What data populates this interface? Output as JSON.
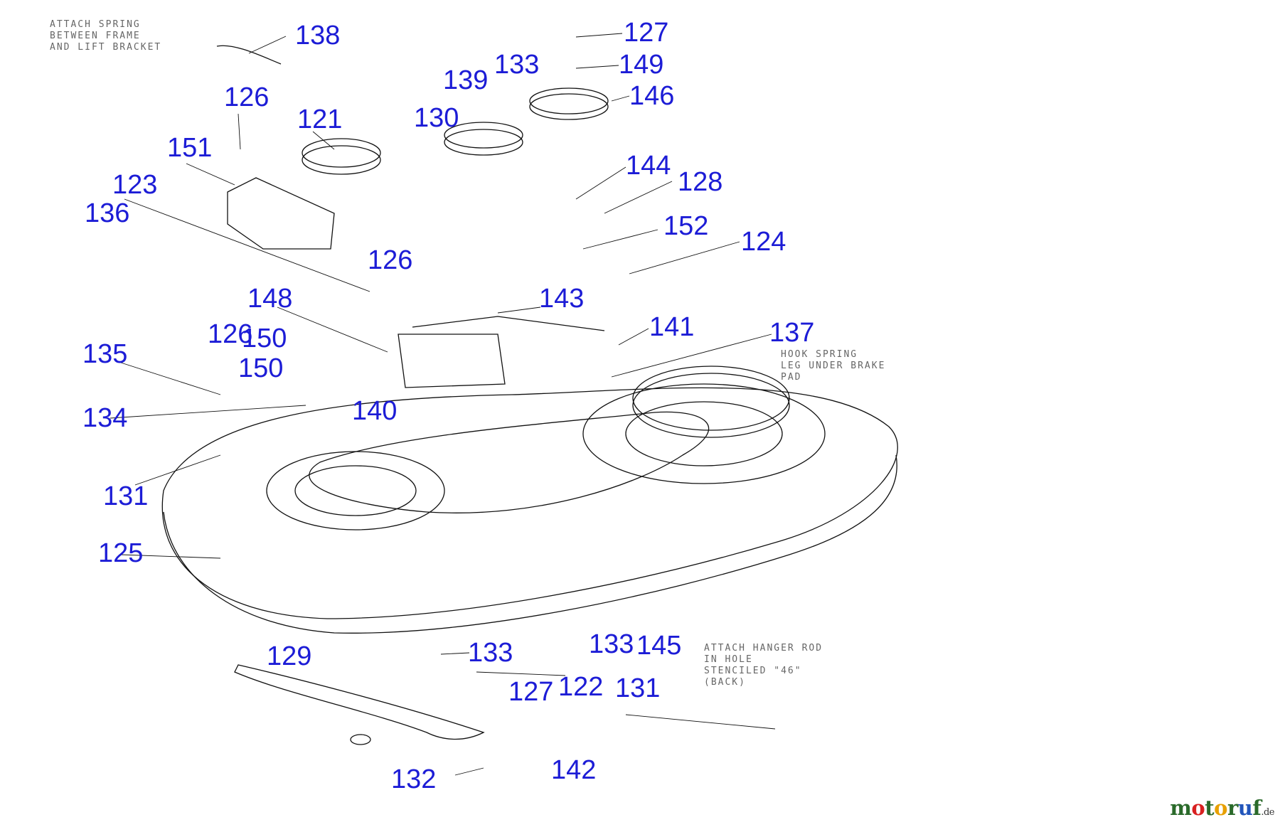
{
  "diagram": {
    "part_labels": [
      {
        "id": "138"
      },
      {
        "id": "127"
      },
      {
        "id": "149"
      },
      {
        "id": "133"
      },
      {
        "id": "139"
      },
      {
        "id": "146"
      },
      {
        "id": "126"
      },
      {
        "id": "121"
      },
      {
        "id": "130"
      },
      {
        "id": "151"
      },
      {
        "id": "144"
      },
      {
        "id": "128"
      },
      {
        "id": "123"
      },
      {
        "id": "136"
      },
      {
        "id": "152"
      },
      {
        "id": "124"
      },
      {
        "id": "126"
      },
      {
        "id": "148"
      },
      {
        "id": "143"
      },
      {
        "id": "141"
      },
      {
        "id": "137"
      },
      {
        "id": "126"
      },
      {
        "id": "150"
      },
      {
        "id": "135"
      },
      {
        "id": "150"
      },
      {
        "id": "134"
      },
      {
        "id": "140"
      },
      {
        "id": "131"
      },
      {
        "id": "125"
      },
      {
        "id": "129"
      },
      {
        "id": "133"
      },
      {
        "id": "133"
      },
      {
        "id": "145"
      },
      {
        "id": "127"
      },
      {
        "id": "122"
      },
      {
        "id": "131"
      },
      {
        "id": "132"
      },
      {
        "id": "142"
      }
    ],
    "notes": {
      "attach_spring": [
        "ATTACH SPRING",
        "BETWEEN FRAME",
        "AND LIFT BRACKET"
      ],
      "hook_spring": [
        "HOOK SPRING",
        "LEG UNDER BRAKE",
        "PAD"
      ],
      "attach_hanger": [
        "ATTACH HANGER ROD",
        "IN HOLE",
        "STENCILED \"46\"",
        "(BACK)"
      ]
    }
  },
  "watermark": {
    "parts": [
      {
        "text": "m",
        "color": "#2a6a2a"
      },
      {
        "text": "o",
        "color": "#d82020"
      },
      {
        "text": "t",
        "color": "#2a6a2a"
      },
      {
        "text": "o",
        "color": "#e8a000"
      },
      {
        "text": "r",
        "color": "#2a6a2a"
      },
      {
        "text": "u",
        "color": "#2255bb"
      },
      {
        "text": "f",
        "color": "#2a6a2a"
      }
    ],
    "suffix": ".de"
  }
}
